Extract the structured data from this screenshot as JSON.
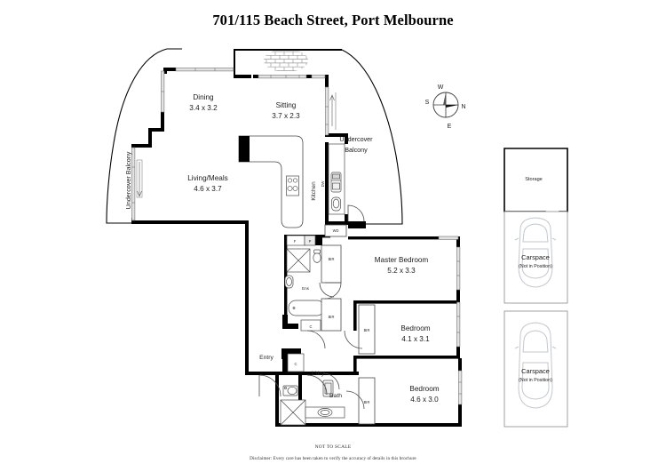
{
  "title": "701/115 Beach Street, Port Melbourne",
  "rooms": [
    {
      "name": "Dining",
      "dim": "3.4 x 3.2"
    },
    {
      "name": "Sitting",
      "dim": "3.7 x 2.3"
    },
    {
      "name": "Living/Meals",
      "dim": "4.6 x 3.7"
    },
    {
      "name": "Master Bedroom",
      "dim": "5.2 x 3.3"
    },
    {
      "name": "Bedroom",
      "dim": "4.1 x 3.1"
    },
    {
      "name": "Bedroom",
      "dim": "4.6 x 3.0"
    }
  ],
  "balcony_left": "Undercover Balcony",
  "balcony_right_line1": "Undercover",
  "balcony_right_line2": "Balcony",
  "kitchen_label": "Kitchen",
  "dishwasher_label": "DW",
  "washer_dryer_label": "WD",
  "fridge_label": "F",
  "pantry_label": "P",
  "ensuite_label": "Ens",
  "cupboard_label_1": "C",
  "cupboard_label_2": "C",
  "laundry_label": "L'dry",
  "bath_label": "Bath",
  "entry_label": "Entry",
  "robes": [
    {
      "label": "BIR"
    },
    {
      "label": "BIR"
    },
    {
      "label": "BIR"
    },
    {
      "label": "BIR"
    }
  ],
  "compass": {
    "north": "N",
    "south": "S",
    "east": "E",
    "west": "W"
  },
  "storage": {
    "label": "Storage"
  },
  "carspaces": [
    {
      "label": "Carspace",
      "note": "(Not in Position)"
    },
    {
      "label": "Carspace",
      "note": "(Not in Position)"
    }
  ],
  "footer": {
    "scale_note": "NOT TO SCALE",
    "disclaimer": "Disclaimer: Every care has been taken to verify the accuracy of details in this brochure"
  },
  "colors": {
    "wall": "#000000",
    "page": "#ffffff",
    "fixture_line": "#5a5a5a",
    "car_outline": "#c9ccd1",
    "glazing": "#d8d8d8"
  }
}
